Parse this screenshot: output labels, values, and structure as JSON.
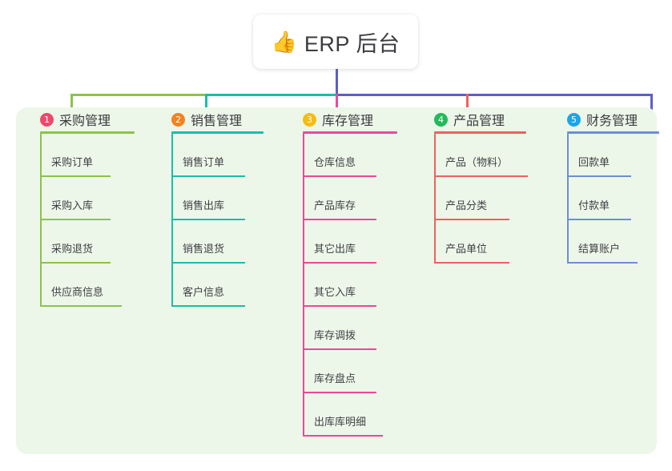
{
  "root": {
    "icon": "thumbs-up-icon",
    "icon_glyph": "👍",
    "title": "ERP 后台"
  },
  "panel": {
    "background_color": "#edf7e9"
  },
  "connectors": {
    "root_drop_color": "#5b5fc7",
    "bus_segment_colors": [
      "#8bc34a",
      "#18bfa8",
      "#5b5fc7",
      "#5b5fc7",
      "#5b5fc7"
    ],
    "drop_colors": [
      "#8bc34a",
      "#18bfa8",
      "#ec4899",
      "#f0605e",
      "#5b5fc7"
    ]
  },
  "columns": [
    {
      "index": "1",
      "badge_label": "1",
      "badge_color": "#f0486c",
      "line_color": "#8bc34a",
      "title": "采购管理",
      "title_rule_width": 118,
      "items": [
        {
          "label": "采购订单",
          "rule_width": 88
        },
        {
          "label": "采购入库",
          "rule_width": 88
        },
        {
          "label": "采购退货",
          "rule_width": 88
        },
        {
          "label": "供应商信息",
          "rule_width": 102
        }
      ]
    },
    {
      "index": "2",
      "badge_label": "2",
      "badge_color": "#f5821f",
      "line_color": "#18bfa8",
      "title": "销售管理",
      "title_rule_width": 115,
      "items": [
        {
          "label": "销售订单",
          "rule_width": 92
        },
        {
          "label": "销售出库",
          "rule_width": 92
        },
        {
          "label": "销售退货",
          "rule_width": 92
        },
        {
          "label": "客户信息",
          "rule_width": 92
        }
      ]
    },
    {
      "index": "3",
      "badge_label": "3",
      "badge_color": "#f5bc12",
      "line_color": "#ec4899",
      "title": "库存管理",
      "title_rule_width": 118,
      "items": [
        {
          "label": "仓库信息",
          "rule_width": 92
        },
        {
          "label": "产品库存",
          "rule_width": 92
        },
        {
          "label": "其它出库",
          "rule_width": 92
        },
        {
          "label": "其它入库",
          "rule_width": 92
        },
        {
          "label": "库存调拨",
          "rule_width": 92
        },
        {
          "label": "库存盘点",
          "rule_width": 92
        },
        {
          "label": "出库库明细",
          "rule_width": 100
        }
      ]
    },
    {
      "index": "4",
      "badge_label": "4",
      "badge_color": "#22bb5b",
      "line_color": "#f0605e",
      "title": "产品管理",
      "title_rule_width": 115,
      "items": [
        {
          "label": "产品（物料）",
          "rule_width": 117
        },
        {
          "label": "产品分类",
          "rule_width": 94
        },
        {
          "label": "产品单位",
          "rule_width": 94
        }
      ]
    },
    {
      "index": "5",
      "badge_label": "5",
      "badge_color": "#1aa6e8",
      "line_color": "#6b8fd4",
      "title": "财务管理",
      "title_rule_width": 115,
      "items": [
        {
          "label": "回款单",
          "rule_width": 80
        },
        {
          "label": "付款单",
          "rule_width": 80
        },
        {
          "label": "结算账户",
          "rule_width": 88
        }
      ]
    }
  ]
}
